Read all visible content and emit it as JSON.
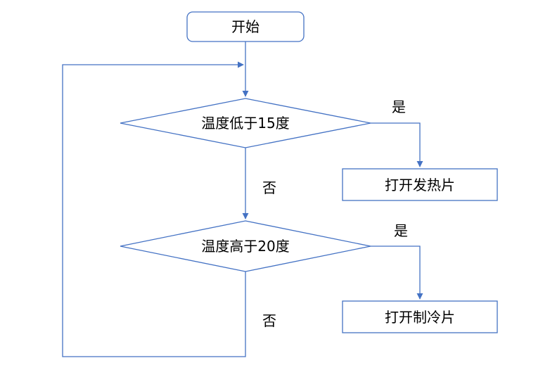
{
  "colors": {
    "stroke": "#4472C4",
    "text": "#000000",
    "background": "#FFFFFF"
  },
  "nodes": {
    "start": "开始",
    "decision1": "温度低于15度",
    "decision2": "温度高于20度",
    "heater": "打开发热片",
    "cooler": "打开制冷片"
  },
  "edges": {
    "decision1_yes": "是",
    "decision1_no": "否",
    "decision2_yes": "是",
    "decision2_no": "否"
  }
}
